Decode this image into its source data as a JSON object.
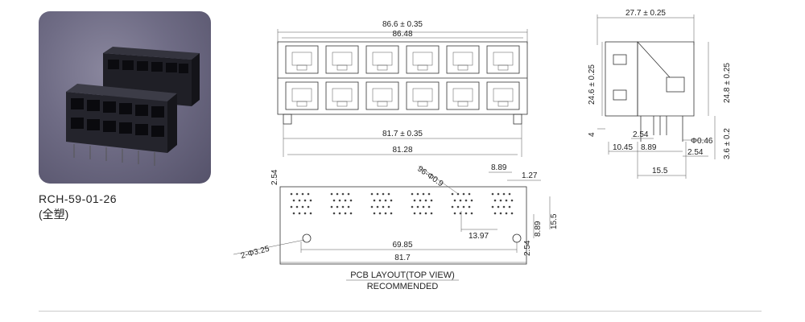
{
  "product": {
    "code": "RCH-59-01-26",
    "note": "(全塑)"
  },
  "front_view": {
    "overall_width": "86.6 ± 0.35",
    "inner_width": "86.48",
    "pitch_width": "81.7 ± 0.35",
    "pin_span": "81.28"
  },
  "side_view": {
    "depth": "27.7 ± 0.25",
    "height_left": "24.6 ± 0.25",
    "height_right": "24.8 ± 0.25",
    "pin_offset": "4",
    "pin_pitch": "2.54",
    "pin_diameter": "Φ0.46",
    "offset_front": "10.45",
    "offset_mid": "8.89",
    "pin_pitch_2": "2.54",
    "pin_length": "3.6 ± 0.2",
    "footprint_depth": "15.5"
  },
  "pcb_layout": {
    "edge_offset": "2.54",
    "hole_spec": "96-Φ0.9",
    "peg_spec": "2-Φ3.25",
    "group_width": "8.89",
    "pin_pitch": "1.27",
    "depth": "15.5",
    "row_offset": "8.89",
    "group_pitch": "13.97",
    "peg_span": "69.85",
    "overall_width": "81.7",
    "bottom_offset": "2.54",
    "title": "PCB LAYOUT(TOP VIEW)",
    "subtitle": "RECOMMENDED"
  }
}
